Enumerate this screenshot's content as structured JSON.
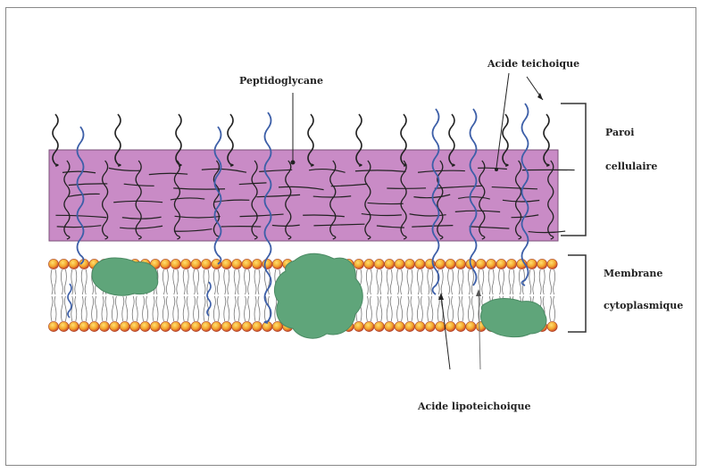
{
  "labels": {
    "peptidoglycan": "Peptidoglycane",
    "teichoic_acid": "Acide teichoique",
    "cell_wall_line1": "Paroi",
    "cell_wall_line2": "cellulaire",
    "membrane_line1": "Membrane",
    "membrane_line2": "cytoplasmique",
    "lipoteichoic_acid": "Acide lipoteichoique"
  },
  "colors": {
    "peptidoglycan_layer": "#c98bc6",
    "protein": "#5fa57a",
    "lipid_head": "#f0a030",
    "teichoic_strand": "#3d5fa8",
    "strand_dark": "#222222"
  }
}
